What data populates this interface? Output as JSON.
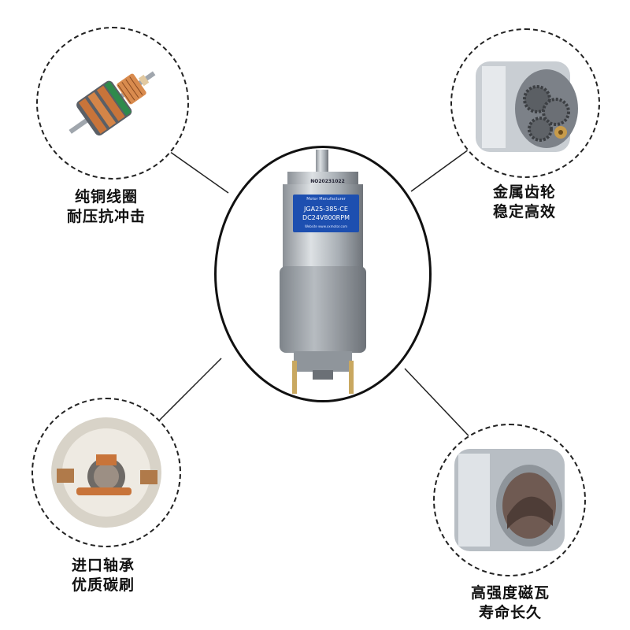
{
  "features": {
    "top_left": {
      "line1": "纯铜线圈",
      "line2": "耐压抗冲击",
      "icon": "copper-armature"
    },
    "top_right": {
      "line1": "金属齿轮",
      "line2": "稳定高效",
      "icon": "metal-gears"
    },
    "bottom_left": {
      "line1": "进口轴承",
      "line2": "优质碳刷",
      "icon": "carbon-brush"
    },
    "bottom_right": {
      "line1": "高强度磁瓦",
      "line2": "寿命长久",
      "icon": "magnet-tile"
    }
  },
  "motor": {
    "serial": "NO20231022",
    "brand_line": "Motor Manufacturer",
    "model": "JGA25-385-CE",
    "spec": "DC24V800RPM",
    "website_line": "Website www.xxmotor.com"
  },
  "colors": {
    "copper": "#c8743a",
    "label_blue": "#1d4fb0",
    "steel": "#9aa1a8"
  }
}
